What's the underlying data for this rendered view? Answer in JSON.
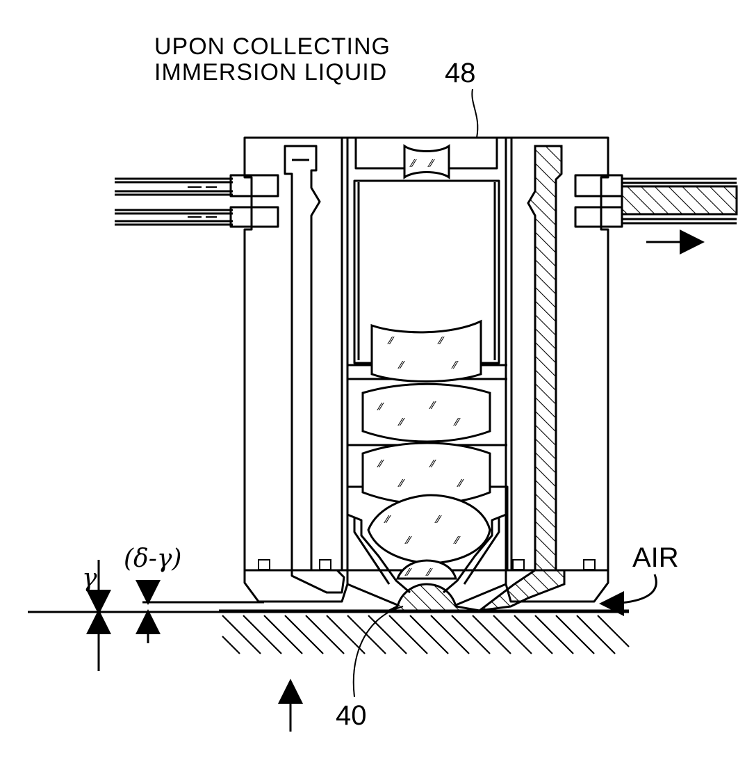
{
  "figure": {
    "caption_line1": "UPON  COLLECTING",
    "caption_line2": "IMMERSION  LIQUID",
    "ref_48": "48",
    "ref_40": "40",
    "label_air": "AIR",
    "label_gamma": "γ",
    "label_delta_minus_gamma": "(δ-γ)",
    "glass_mark": "⁄⁄"
  }
}
